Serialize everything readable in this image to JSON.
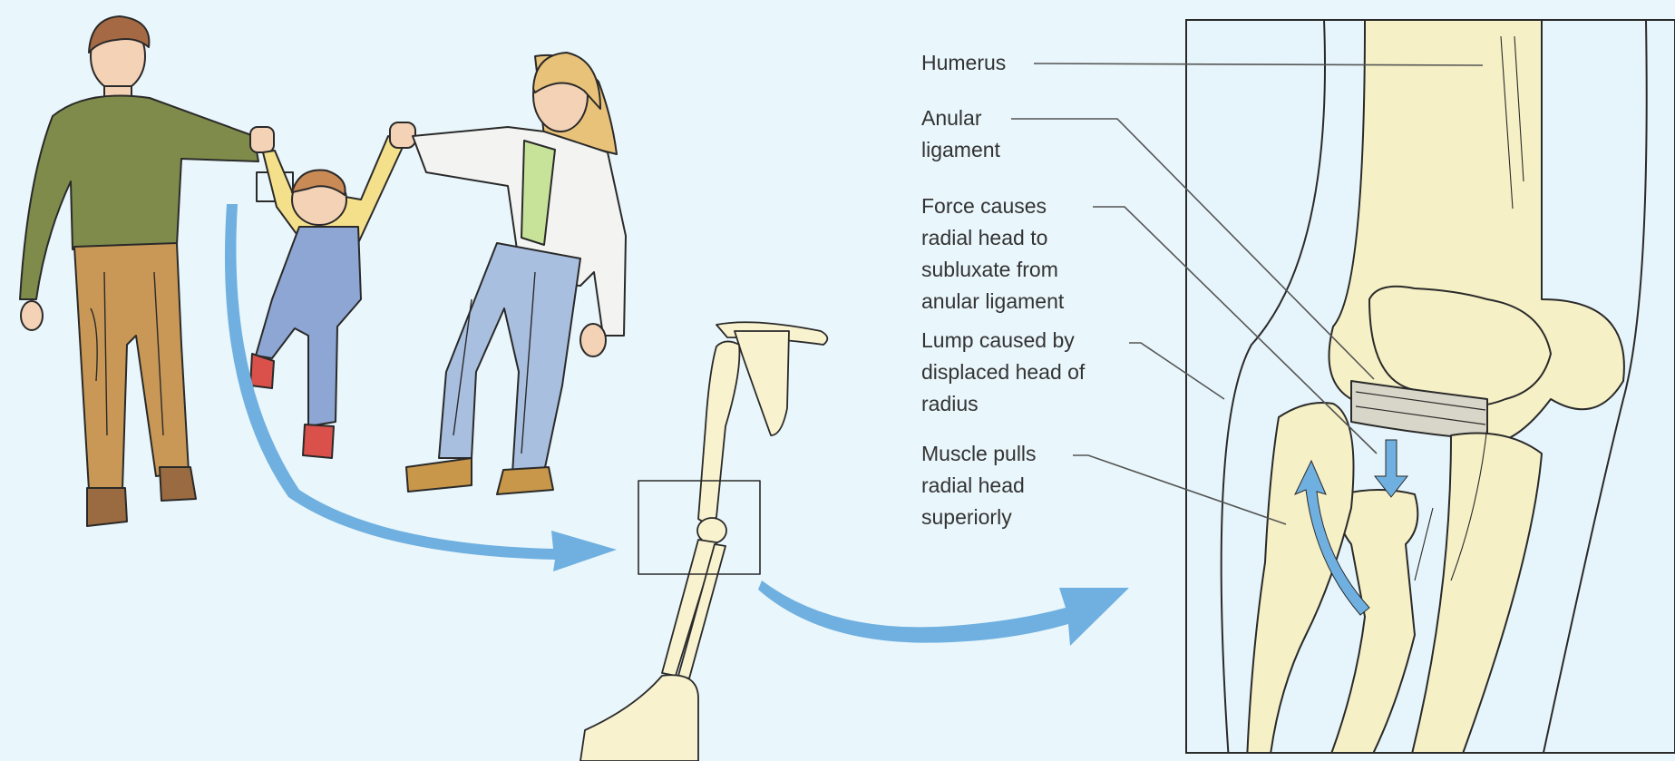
{
  "labels": {
    "humerus": "Humerus",
    "anular_ligament": "Anular\nligament",
    "force": "Force causes\nradial head to\nsubluxate from\nanular ligament",
    "lump": "Lump caused by\ndisplaced head of\nradius",
    "muscle": "Muscle pulls\nradial head\nsuperiorly"
  },
  "colors": {
    "background": "#e9f6fb",
    "bone": "#f6f0c6",
    "bone_outline": "#2a2a2a",
    "arrow": "#6fb0e0",
    "sweater": "#7f8b4a",
    "trousers": "#c99856",
    "overalls": "#8ea6d4",
    "child_shirt": "#f4e08a",
    "jeans": "#a9bfe0",
    "blouse": "#f3f4f2",
    "hair_woman": "#e9c27a",
    "hair_man": "#a56a44",
    "skin": "#f4d2b6",
    "shoes": "#9a6a40"
  },
  "icons": {
    "motion_arrow_1": "curved-arrow-icon",
    "motion_arrow_2": "curved-arrow-icon",
    "arrow_down": "down-arrow-icon",
    "arrow_up": "curved-up-arrow-icon"
  }
}
